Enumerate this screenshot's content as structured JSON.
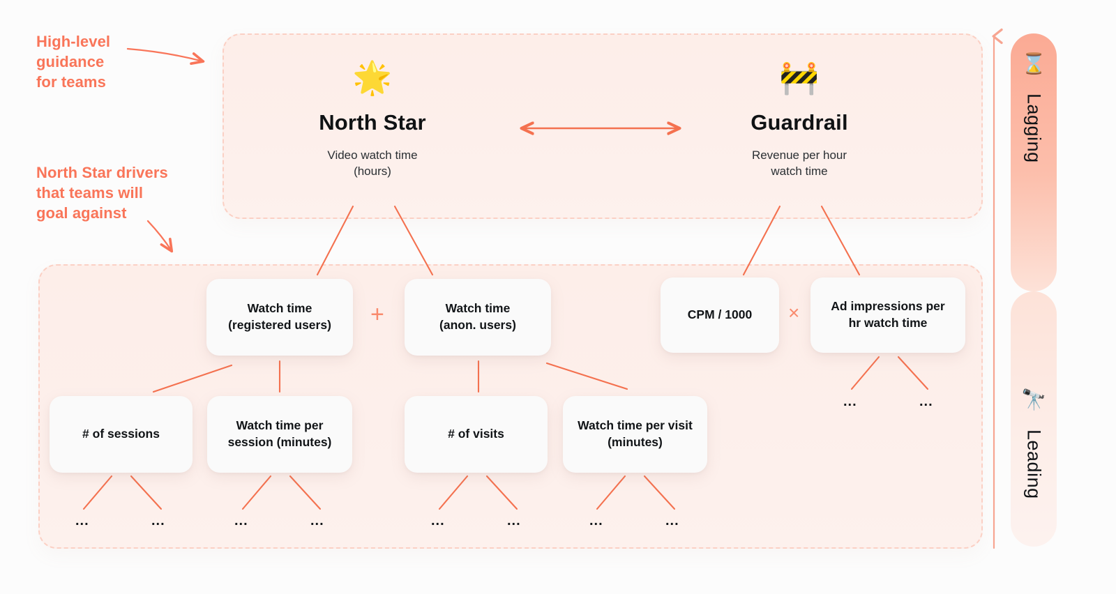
{
  "annotations": {
    "high_level": "High-level\nguidance\nfor teams",
    "drivers": "North Star drivers\nthat teams will\ngoal against"
  },
  "top_region": {
    "north_star": {
      "icon": "glowing-star-emoji",
      "emoji": "🌟",
      "title": "North Star",
      "subtitle": "Video watch time\n(hours)"
    },
    "guardrail": {
      "icon": "construction-barrier-emoji",
      "emoji": "🚧",
      "title": "Guardrail",
      "subtitle": "Revenue per hour\nwatch time"
    },
    "relation_arrow": "double-headed-horizontal-arrow"
  },
  "drivers_region": {
    "mid_cards": [
      {
        "label": "Watch time\n(registered users)"
      },
      {
        "label": "Watch time\n(anon. users)"
      },
      {
        "label": "CPM / 1000"
      },
      {
        "label": "Ad impressions per\nhr watch time"
      }
    ],
    "operators": [
      {
        "symbol": "+",
        "name": "plus"
      },
      {
        "symbol": "×",
        "name": "times"
      }
    ],
    "leaf_cards": [
      {
        "label": "# of sessions"
      },
      {
        "label": "Watch time per\nsession (minutes)"
      },
      {
        "label": "# of visits"
      },
      {
        "label": "Watch time per visit\n(minutes)"
      }
    ],
    "ellipsis": "..."
  },
  "rail": {
    "lagging": {
      "emoji": "⌛",
      "icon": "hourglass-emoji",
      "label": "Lagging"
    },
    "leading": {
      "emoji": "🔭",
      "icon": "telescope-emoji",
      "label": "Leading"
    },
    "axis_arrow": "upward-vertical-arrow"
  },
  "colors": {
    "accent": "#f97559",
    "connector": "#f4714f",
    "region_fill": "#fdefeb",
    "region_border": "#fbd0c4",
    "card_bg": "#fafafa",
    "rail_top": "#fbaa94",
    "rail_bottom": "#fdf2ef",
    "text": "#111417"
  }
}
